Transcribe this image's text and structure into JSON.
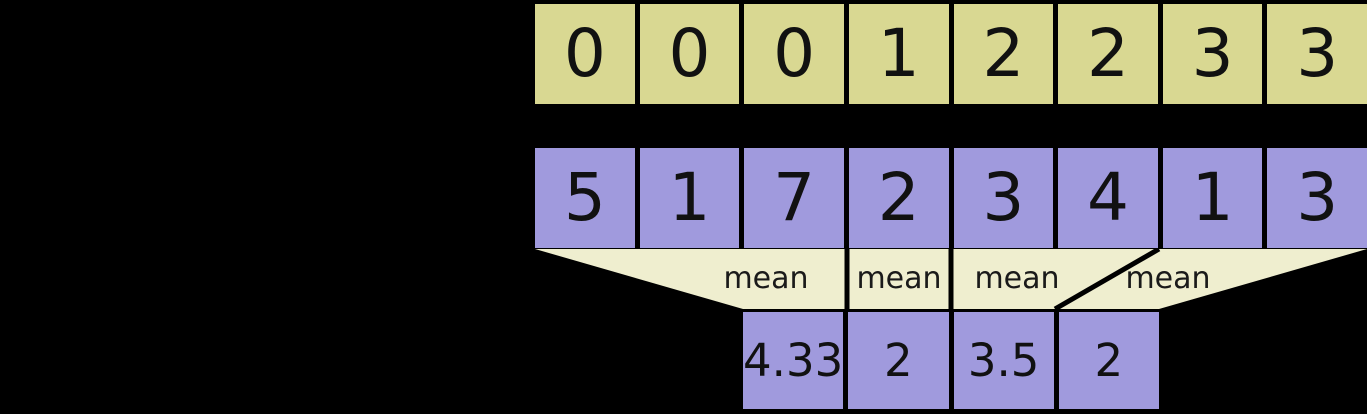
{
  "colors": {
    "background": "#000000",
    "segment_cell": "#d9d892",
    "data_cell": "#a09add",
    "result_cell": "#a09add",
    "funnel": "#efeecf",
    "cell_text": "#111111"
  },
  "rows": {
    "segment_ids": {
      "values": [
        "0",
        "0",
        "0",
        "1",
        "2",
        "2",
        "3",
        "3"
      ]
    },
    "data": {
      "values": [
        "5",
        "1",
        "7",
        "2",
        "3",
        "4",
        "1",
        "3"
      ]
    },
    "result": {
      "values": [
        "4.33",
        "2",
        "3.5",
        "2"
      ]
    }
  },
  "funnel": {
    "labels": [
      "mean",
      "mean",
      "mean",
      "mean"
    ]
  }
}
